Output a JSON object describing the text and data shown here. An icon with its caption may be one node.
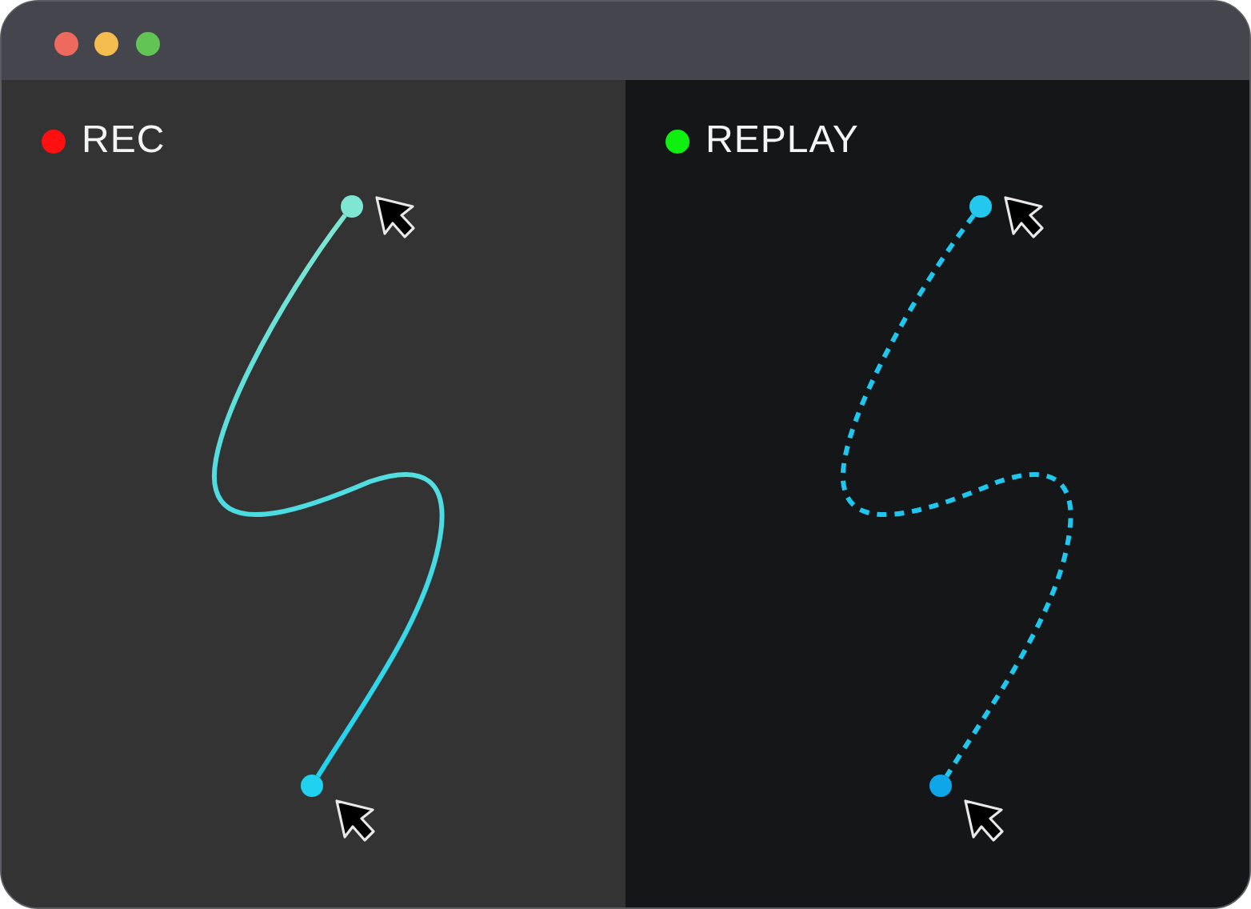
{
  "diagram": {
    "nodes": [
      {
        "text": [
          "REC"
        ]
      },
      {
        "text": [],
        "shape": "circle",
        "in": 0
      },
      {
        "text": [],
        "shape": "circle",
        "in": 0
      },
      {
        "text": [
          "REPLAY"
        ]
      },
      {
        "text": [],
        "shape": "circle",
        "in": 3
      },
      {
        "text": [],
        "shape": "circle",
        "in": 3
      }
    ],
    "edges": [
      {
        "from": 1,
        "to": 2,
        "arrow": "none"
      },
      {
        "from": 4,
        "to": 5,
        "arrow": "none",
        "style": "dashed",
        "color": "#1fc6ee"
      }
    ]
  }
}
